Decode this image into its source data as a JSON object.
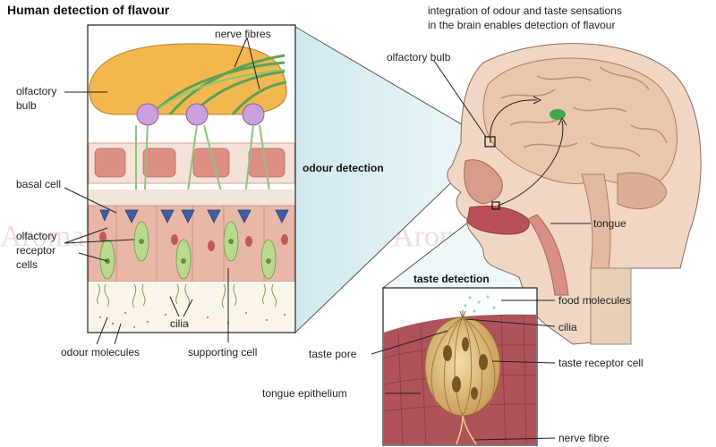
{
  "title": "Human detection of flavour",
  "integration_note": {
    "line1": "integration of odour and taste sensations",
    "line2": "in the brain enables detection of flavour"
  },
  "odour_panel": {
    "heading": "odour detection",
    "labels": {
      "nerve_fibres": "nerve fibres",
      "olfactory_bulb_line1": "olfactory",
      "olfactory_bulb_line2": "bulb",
      "basal_cell": "basal cell",
      "olfactory_receptor_line1": "olfactory",
      "olfactory_receptor_line2": "receptor",
      "olfactory_receptor_line3": "cells",
      "cilia": "cilia",
      "odour_molecules": "odour molecules",
      "supporting_cell": "supporting cell"
    }
  },
  "head_labels": {
    "olfactory_bulb": "olfactory bulb",
    "tongue": "tongue"
  },
  "taste_panel": {
    "heading": "taste detection",
    "labels": {
      "food_molecules": "food molecules",
      "cilia": "cilia",
      "taste_pore": "taste pore",
      "taste_receptor_cell": "taste receptor cell",
      "tongue_epithelium": "tongue epithelium",
      "nerve_fibre": "nerve fibre"
    }
  },
  "watermark": "Aroma Jasmine Aroma Jasmine Aroma J",
  "colors": {
    "bulb": "#f2b84e",
    "nerve": "#63a55a",
    "neuron_body": "#c9a0dc",
    "basal_cell": "#3e5fa6",
    "receptor_cell": "#b9d98c",
    "supporting_tissue": "#e8b7a8",
    "brain": "#e9c5ae",
    "skin": "#f0d3c0",
    "taste_bud": "#e3c48a",
    "epithelium": "#b0525a",
    "funnel": "#d7eef3"
  }
}
